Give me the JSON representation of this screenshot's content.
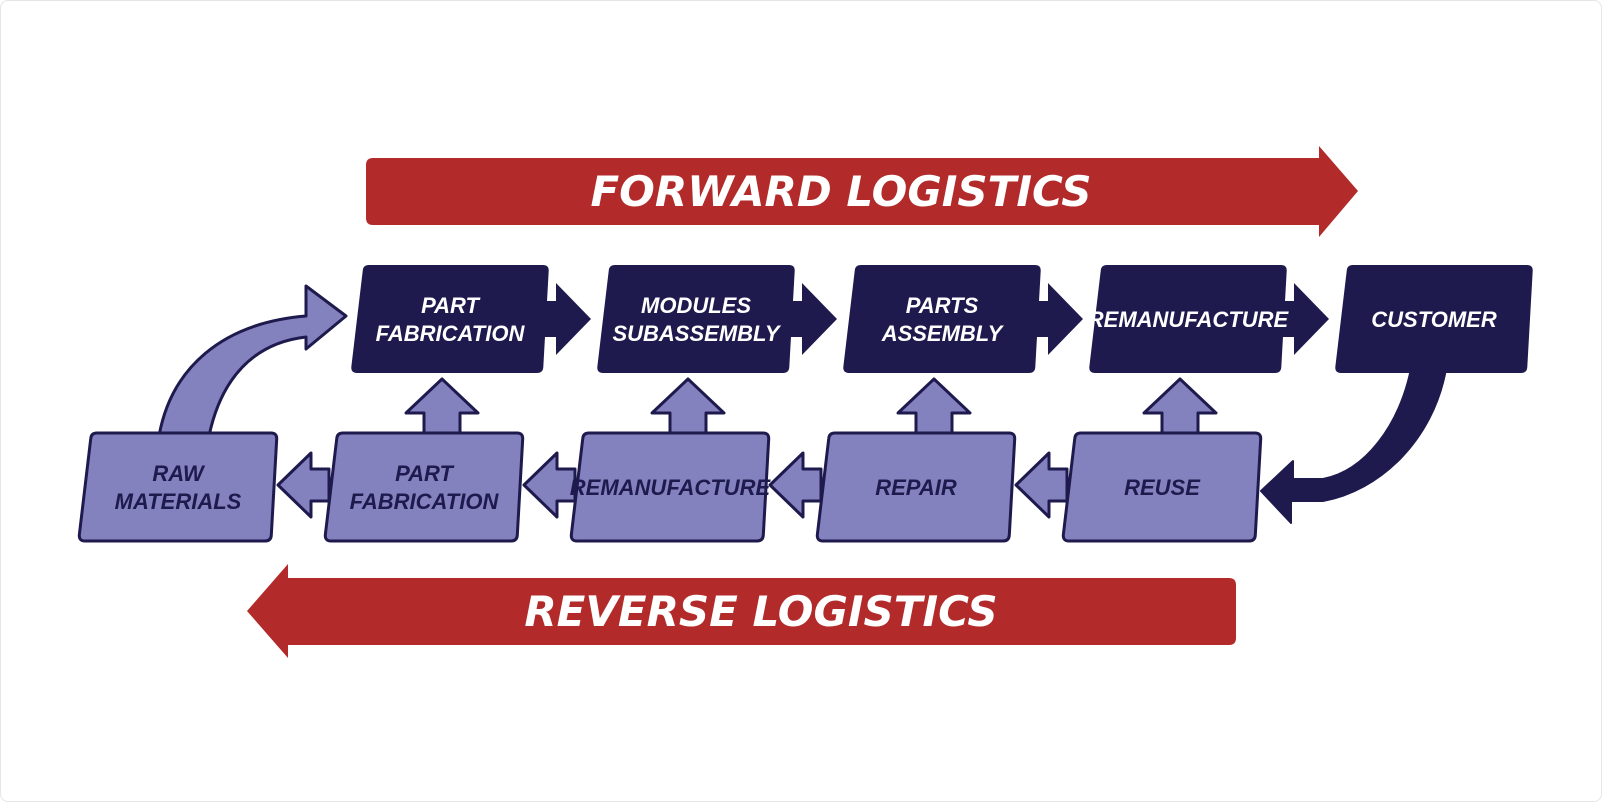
{
  "banners": {
    "forward": "FORWARD LOGISTICS",
    "reverse": "REVERSE LOGISTICS"
  },
  "forward_steps": [
    {
      "id": "part-fabrication",
      "lines": [
        "PART",
        "FABRICATION"
      ]
    },
    {
      "id": "modules-subassembly",
      "lines": [
        "MODULES",
        "SUBASSEMBLY"
      ]
    },
    {
      "id": "parts-assembly",
      "lines": [
        "PARTS",
        "ASSEMBLY"
      ]
    },
    {
      "id": "remanufacture",
      "lines": [
        "REMANUFACTURE"
      ]
    },
    {
      "id": "customer",
      "lines": [
        "CUSTOMER"
      ]
    }
  ],
  "reverse_steps": [
    {
      "id": "raw-materials",
      "lines": [
        "RAW",
        "MATERIALS"
      ]
    },
    {
      "id": "part-fabrication",
      "lines": [
        "PART",
        "FABRICATION"
      ]
    },
    {
      "id": "remanufacture",
      "lines": [
        "REMANUFACTURE"
      ]
    },
    {
      "id": "repair",
      "lines": [
        "REPAIR"
      ]
    },
    {
      "id": "reuse",
      "lines": [
        "REUSE"
      ]
    }
  ],
  "colors": {
    "red": "#b22a2a",
    "navy": "#1e1a4d",
    "lavender": "#8481bf",
    "white": "#ffffff"
  }
}
